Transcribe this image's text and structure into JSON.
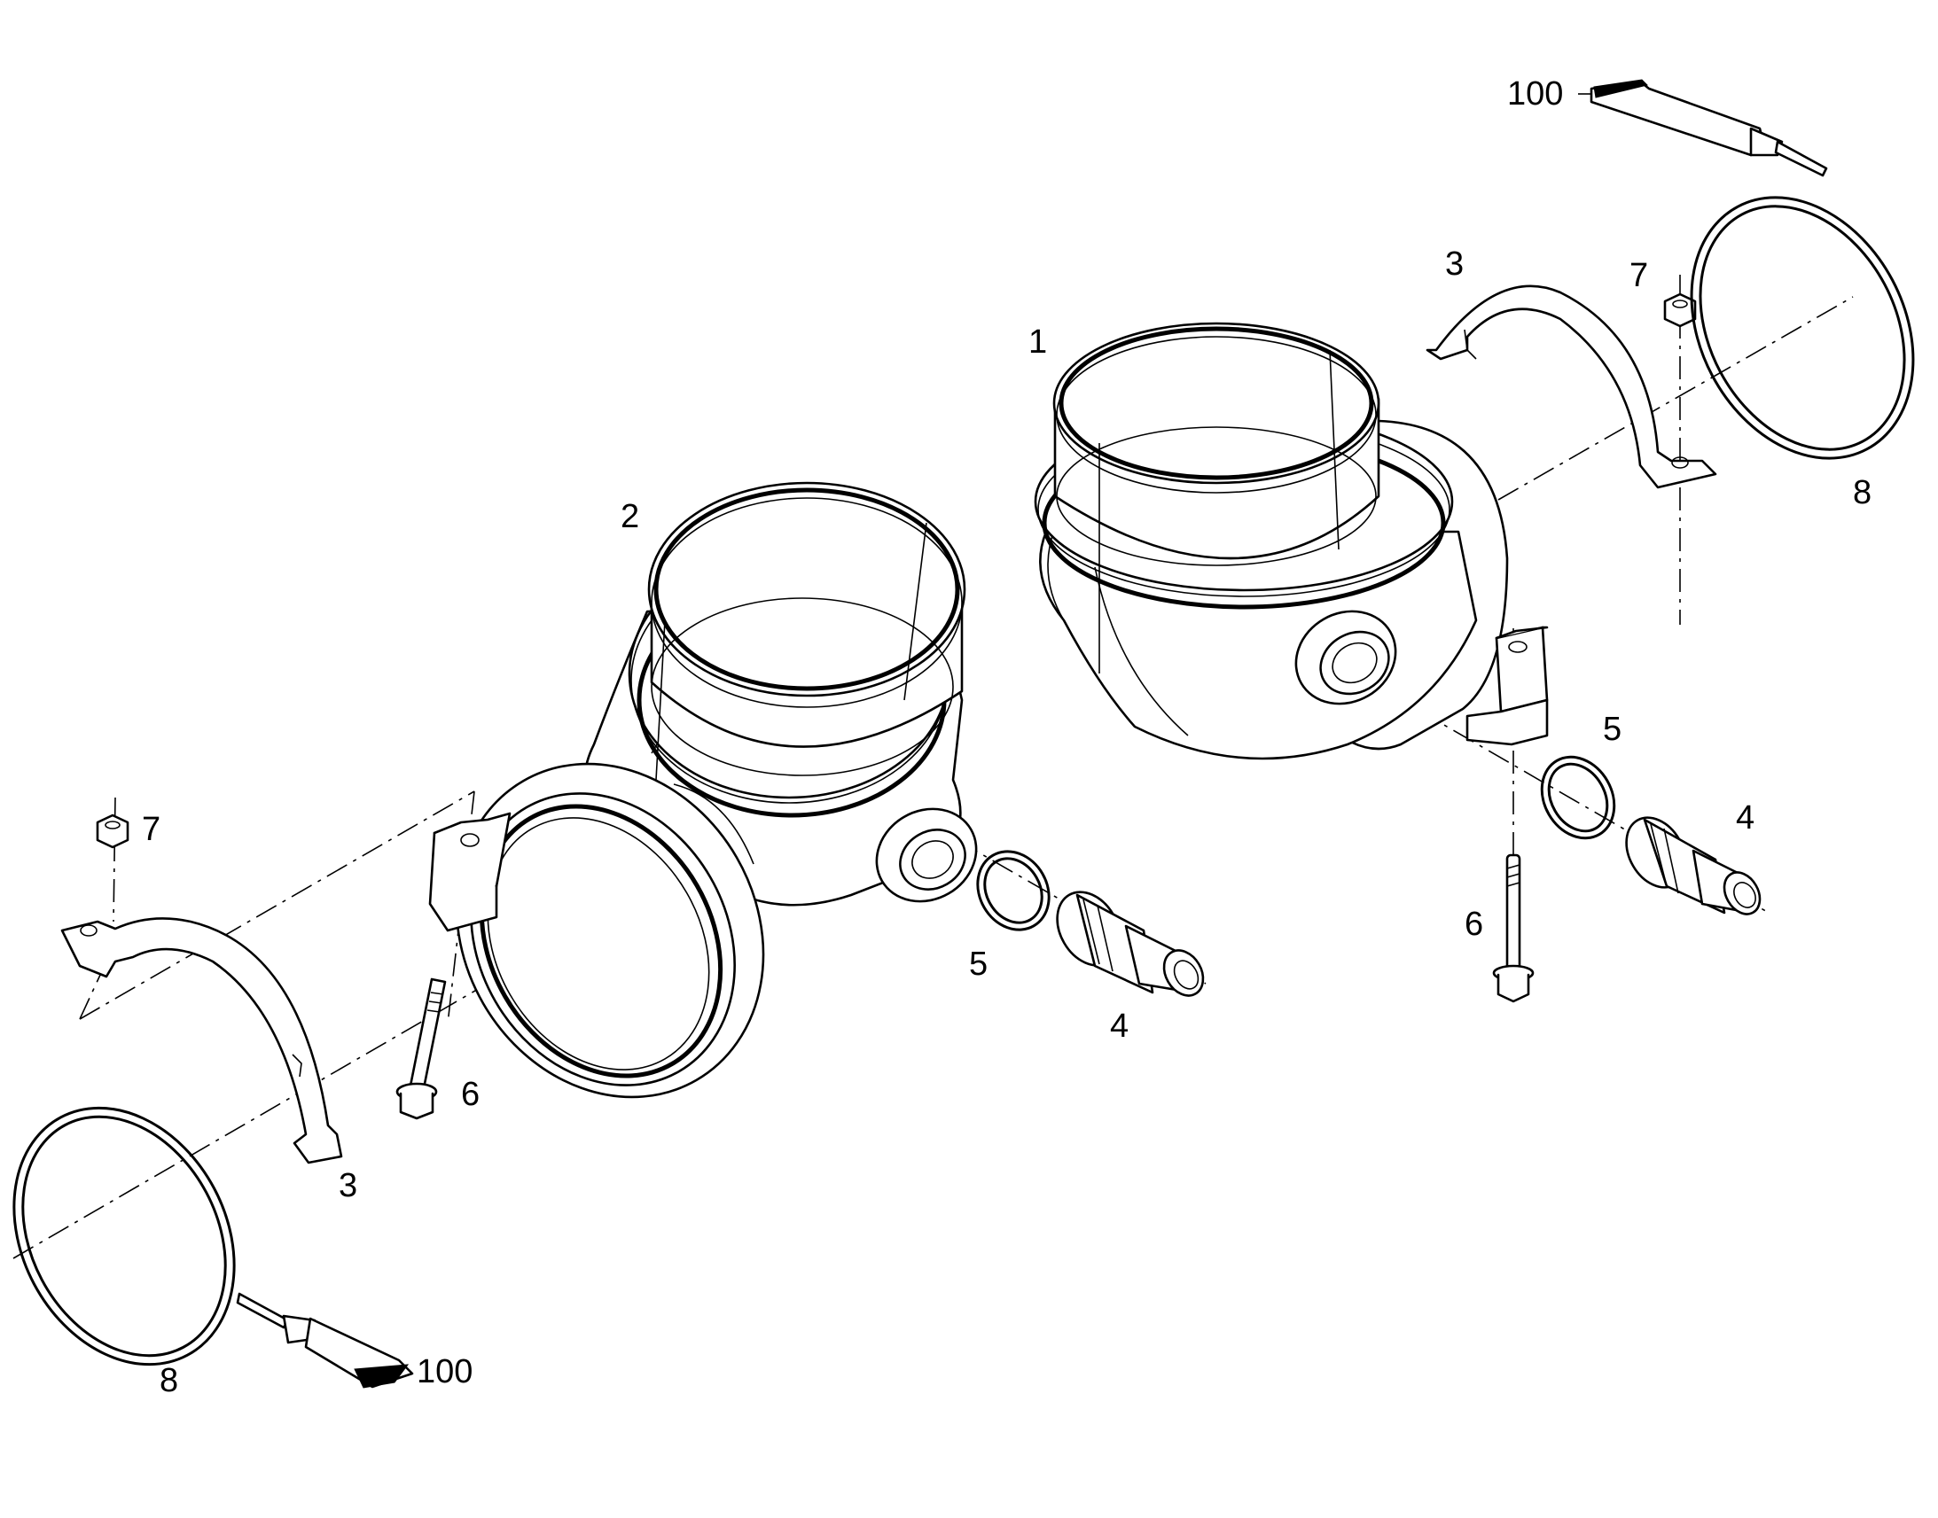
{
  "diagram": {
    "callouts": [
      {
        "id": "c-1",
        "text": "1"
      },
      {
        "id": "c-2",
        "text": "2"
      },
      {
        "id": "c-3-right",
        "text": "3"
      },
      {
        "id": "c-3-left",
        "text": "3"
      },
      {
        "id": "c-4-right",
        "text": "4"
      },
      {
        "id": "c-4-left",
        "text": "4"
      },
      {
        "id": "c-5-right",
        "text": "5"
      },
      {
        "id": "c-5-left",
        "text": "5"
      },
      {
        "id": "c-6-right",
        "text": "6"
      },
      {
        "id": "c-6-left",
        "text": "6"
      },
      {
        "id": "c-7-right",
        "text": "7"
      },
      {
        "id": "c-7-left",
        "text": "7"
      },
      {
        "id": "c-8-right",
        "text": "8"
      },
      {
        "id": "c-8-left",
        "text": "8"
      },
      {
        "id": "c-100-right",
        "text": "100"
      },
      {
        "id": "c-100-left",
        "text": "100"
      }
    ],
    "line_color": "#000000",
    "background_color": "#ffffff"
  }
}
